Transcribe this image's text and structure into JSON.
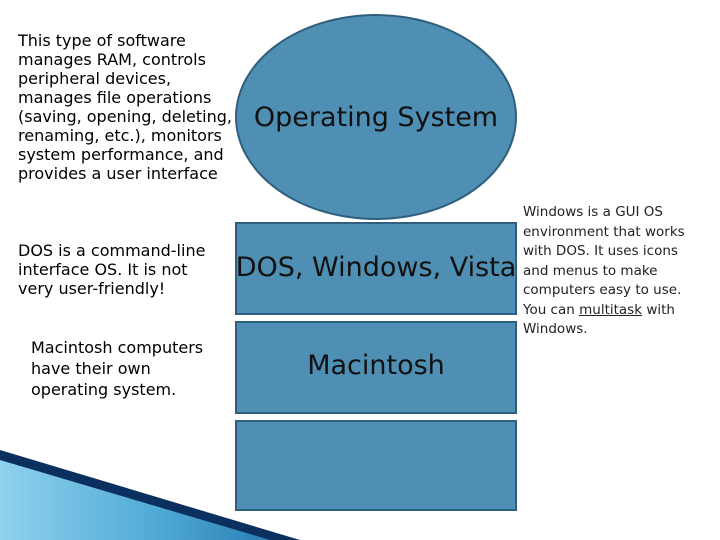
{
  "blocks": {
    "os_description": [
      "This type of software",
      "manages RAM, controls",
      "peripheral devices,",
      "manages file operations",
      "(saving, opening, deleting,",
      "renaming, etc.), monitors",
      "system performance, and",
      "provides a user interface"
    ],
    "dos_description": [
      "DOS is a command-line",
      "interface OS.  It is not",
      "very user-friendly!"
    ],
    "mac_description": [
      "Macintosh computers",
      "have their own",
      "operating system."
    ]
  },
  "shapes": {
    "os_label": "Operating System",
    "dos_label": "DOS, Windows, Vista",
    "mac_label": "Macintosh",
    "empty_label": ""
  },
  "windows_note": {
    "line1": "Windows is a GUI OS",
    "line2": "environment that works",
    "line3": "with DOS.  It uses icons",
    "line4": "and menus to make",
    "line5": "computers easy to use.",
    "line6_before": "You can ",
    "line6_link": "multitask",
    "line6_after": " with",
    "line7": "Windows."
  },
  "colors": {
    "shape_fill": "#4e8fb3",
    "shape_border": "#2f5f7c",
    "corner_dark": "#0b2f5f",
    "corner_light": "#7ec8e8"
  }
}
